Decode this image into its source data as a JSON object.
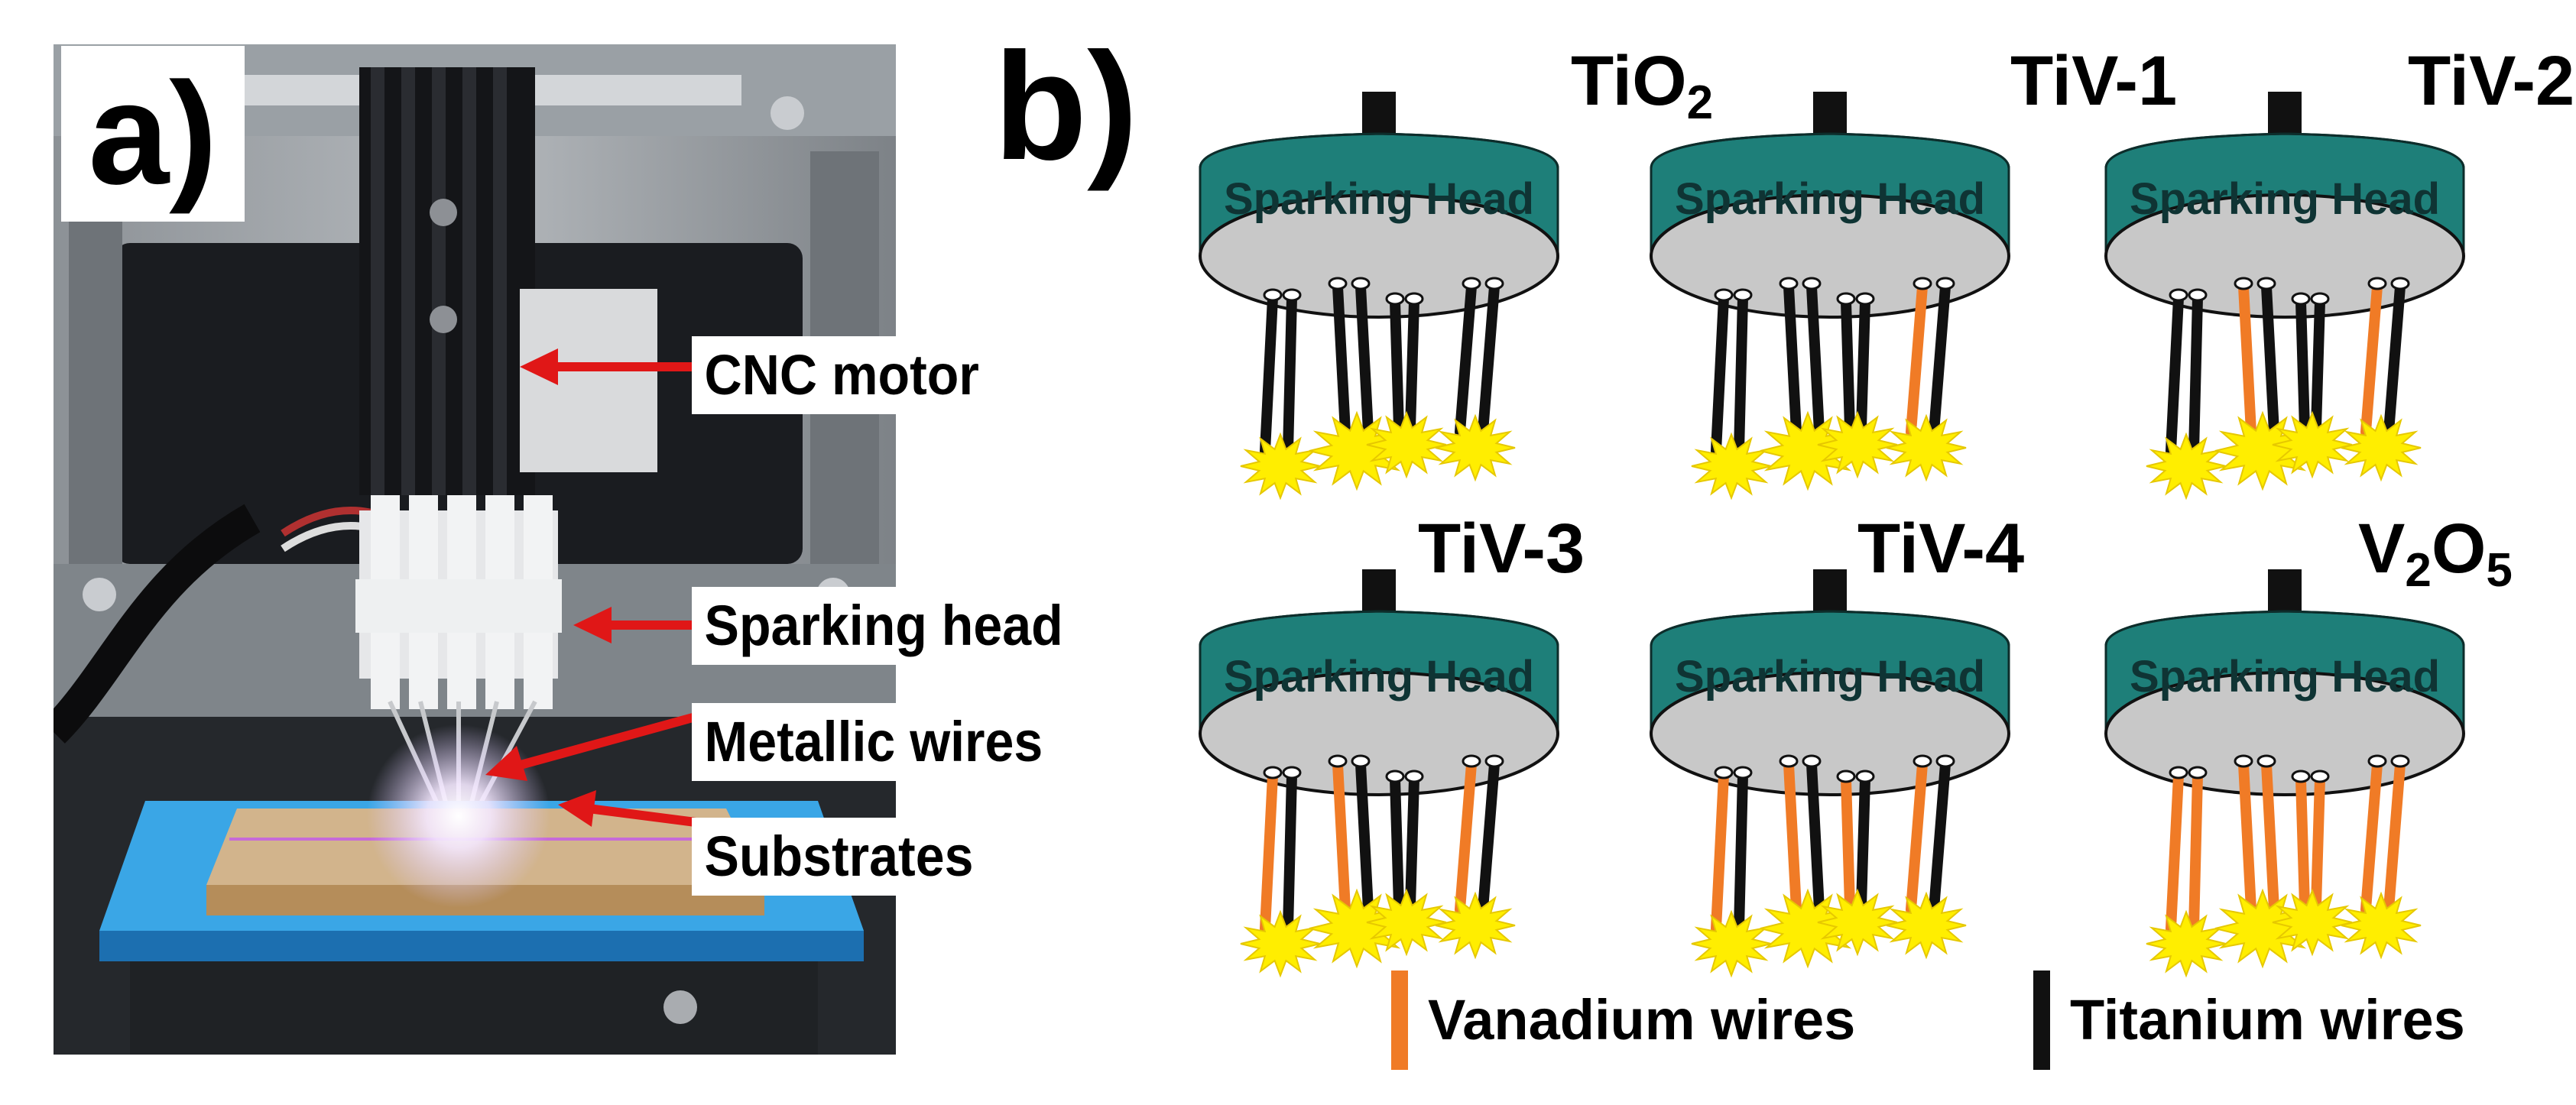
{
  "panel_a": {
    "letter": "a)",
    "callouts": {
      "cnc_motor": "CNC motor",
      "sparking_head": "Sparking head",
      "metallic_wires": "Metallic wires",
      "substrates": "Substrates"
    }
  },
  "panel_b": {
    "letter": "b)",
    "head_text": "Sparking Head",
    "samples": [
      {
        "label_main": "TiO",
        "label_sub": "2",
        "label_tail": "",
        "label_sub2": "",
        "wires": [
          "Ti",
          "Ti",
          "Ti",
          "Ti",
          "Ti",
          "Ti",
          "Ti",
          "Ti"
        ]
      },
      {
        "label_main": "TiV-1",
        "label_sub": "",
        "label_tail": "",
        "label_sub2": "",
        "wires": [
          "Ti",
          "Ti",
          "Ti",
          "Ti",
          "Ti",
          "Ti",
          "V",
          "Ti"
        ]
      },
      {
        "label_main": "TiV-2",
        "label_sub": "",
        "label_tail": "",
        "label_sub2": "",
        "wires": [
          "Ti",
          "Ti",
          "V",
          "Ti",
          "Ti",
          "Ti",
          "V",
          "Ti"
        ]
      },
      {
        "label_main": "TiV-3",
        "label_sub": "",
        "label_tail": "",
        "label_sub2": "",
        "wires": [
          "V",
          "Ti",
          "V",
          "Ti",
          "Ti",
          "Ti",
          "V",
          "Ti"
        ]
      },
      {
        "label_main": "TiV-4",
        "label_sub": "",
        "label_tail": "",
        "label_sub2": "",
        "wires": [
          "V",
          "Ti",
          "V",
          "Ti",
          "V",
          "Ti",
          "V",
          "Ti"
        ]
      },
      {
        "label_main": "V",
        "label_sub": "2",
        "label_tail": "O",
        "label_sub2": "5",
        "wires": [
          "V",
          "V",
          "V",
          "V",
          "V",
          "V",
          "V",
          "V"
        ]
      }
    ],
    "legend": {
      "vanadium": "Vanadium wires",
      "titanium": "Titanium wires"
    },
    "colors": {
      "vanadium": "#f07b26",
      "titanium": "#111111",
      "head_top": "#1e7f79",
      "head_bottom": "#c8c8c8",
      "spark": "#ffee00"
    }
  }
}
